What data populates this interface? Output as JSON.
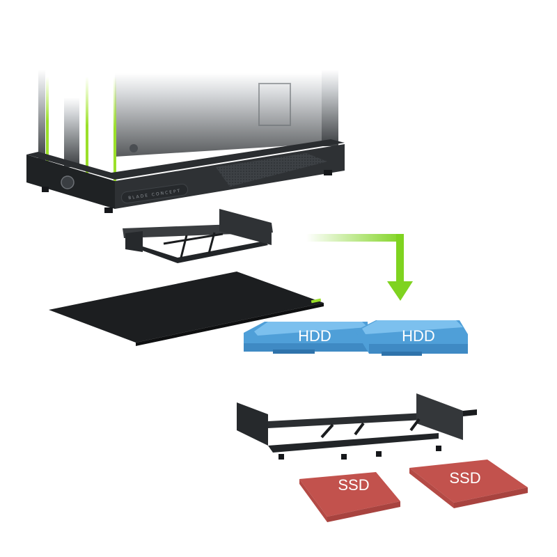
{
  "case": {
    "brand_text": "BLADE CONCEPT",
    "accent_color": "#9be02a",
    "body_color": "#2b2e31"
  },
  "drives": {
    "hdd_left_label": "HDD",
    "hdd_right_label": "HDD",
    "hdd_color": "#5aa9e0",
    "ssd_left_label": "SSD",
    "ssd_right_label": "SSD",
    "ssd_color": "#cc5a55"
  },
  "arrow": {
    "color": "#7fd320",
    "icon": "arrow-down-icon"
  }
}
